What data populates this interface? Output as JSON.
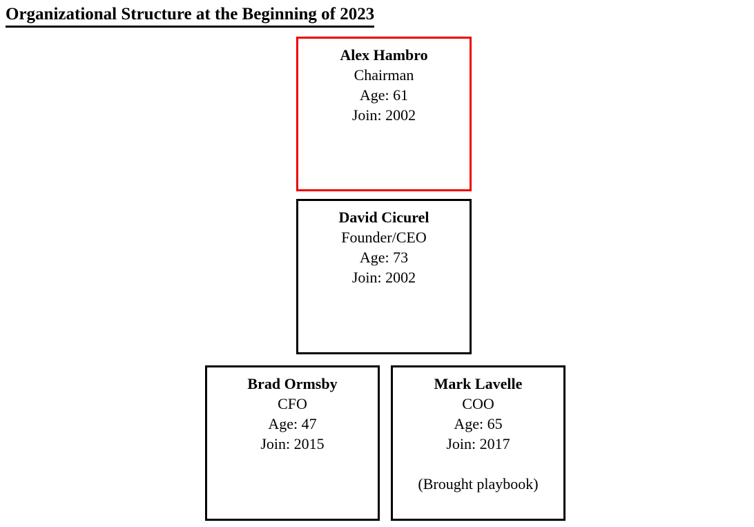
{
  "title": "Organizational Structure at the Beginning of 2023",
  "colors": {
    "accent": "#ee0000",
    "border": "#000000",
    "text": "#000000",
    "background": "#ffffff"
  },
  "chart_data": {
    "type": "diagram",
    "diagram_type": "org-chart",
    "title": "Organizational Structure at the Beginning of 2023",
    "nodes": [
      {
        "name": "Alex Hambro",
        "role": "Chairman",
        "age_label": "Age: 61",
        "join_label": "Join: 2002",
        "age": 61,
        "join_year": 2002,
        "note": "",
        "highlighted": true,
        "border_color": "#ee0000",
        "level": 0
      },
      {
        "name": "David Cicurel",
        "role": "Founder/CEO",
        "age_label": "Age: 73",
        "join_label": "Join: 2002",
        "age": 73,
        "join_year": 2002,
        "note": "",
        "highlighted": false,
        "border_color": "#000000",
        "level": 1
      },
      {
        "name": "Brad Ormsby",
        "role": "CFO",
        "age_label": "Age: 47",
        "join_label": "Join: 2015",
        "age": 47,
        "join_year": 2015,
        "note": "",
        "highlighted": false,
        "border_color": "#000000",
        "level": 2
      },
      {
        "name": "Mark Lavelle",
        "role": "COO",
        "age_label": "Age: 65",
        "join_label": "Join: 2017",
        "age": 65,
        "join_year": 2017,
        "note": "(Brought playbook)",
        "highlighted": false,
        "border_color": "#000000",
        "level": 2
      }
    ]
  }
}
